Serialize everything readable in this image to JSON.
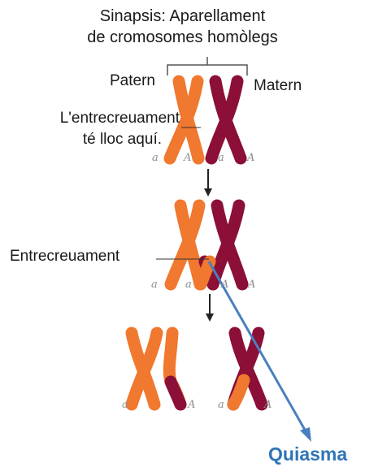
{
  "title": {
    "line1": "Sinapsis: Aparellament",
    "line2": "de cromosomes homòlegs"
  },
  "labels": {
    "paternal": "Patern",
    "maternal": "Matern",
    "crossing_site_line1": "L'entrecreuament",
    "crossing_site_line2": "té lloc aquí.",
    "crossing_over": "Entrecreuament",
    "chiasma": "Quiasma"
  },
  "alleles": {
    "recessive": "a",
    "dominant": "A"
  },
  "colors": {
    "paternal": "#f0782f",
    "maternal": "#8b0f37",
    "chiasma_arrow": "#4a7fbf",
    "chiasma_text": "#2f74b5",
    "text": "#1a1a1a",
    "lines": "#333333"
  }
}
